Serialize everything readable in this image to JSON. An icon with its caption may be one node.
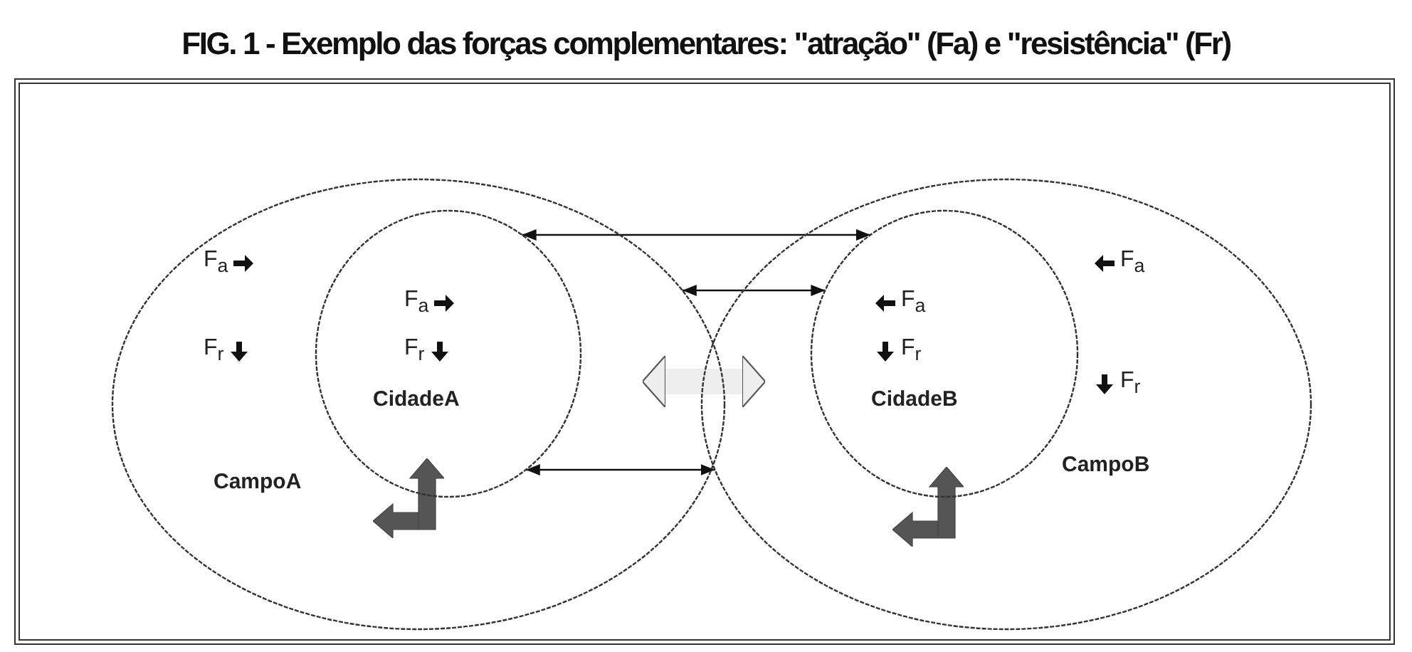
{
  "diagram": {
    "title": "FIG. 1 - Exemplo das forças complementares: \"atração\" (Fa) e \"resistência\" (Fr)",
    "nodes": [
      {
        "text": [
          "F$_{a}$",
          "F$_{r}$",
          "CampoA"
        ]
      },
      {
        "text": [
          "F$_{a}$",
          "F$_{r}$",
          "CidadeA"
        ],
        "in": 0
      },
      {
        "text": [
          "F$_{a}$",
          "F$_{r}$",
          "CampoB"
        ]
      },
      {
        "text": [
          "F$_{a}$",
          "F$_{r}$",
          "CidadeB"
        ],
        "in": 2
      }
    ],
    "edges": [
      {
        "from": 1,
        "to": 3,
        "arrow": "both"
      },
      {
        "from": 0,
        "to": 3,
        "arrow": "both"
      },
      {
        "from": 1,
        "to": 2,
        "arrow": "both"
      },
      {
        "from": 0,
        "to": 2,
        "arrow": "both",
        "style": "thick",
        "color": "#eeeeee"
      }
    ]
  }
}
